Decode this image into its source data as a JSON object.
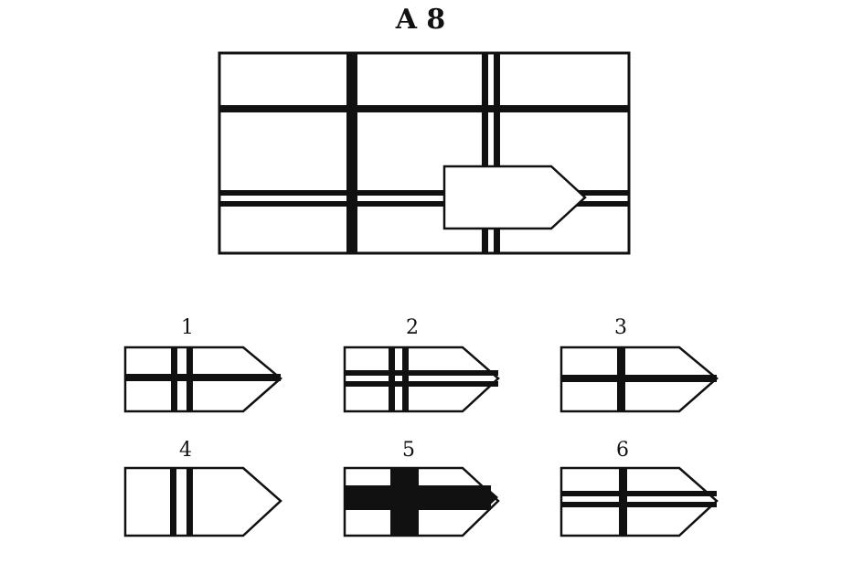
{
  "title": "A 8",
  "options": [
    {
      "label": "1",
      "pattern": "double-vertical-single-horizontal"
    },
    {
      "label": "2",
      "pattern": "double-vertical-double-horizontal"
    },
    {
      "label": "3",
      "pattern": "single-vertical-single-horizontal"
    },
    {
      "label": "4",
      "pattern": "double-vertical-no-horizontal"
    },
    {
      "label": "5",
      "pattern": "thick-vertical-thick-horizontal"
    },
    {
      "label": "6",
      "pattern": "single-vertical-double-horizontal"
    }
  ],
  "colors": {
    "ink": "#111111",
    "paper": "#ffffff"
  }
}
